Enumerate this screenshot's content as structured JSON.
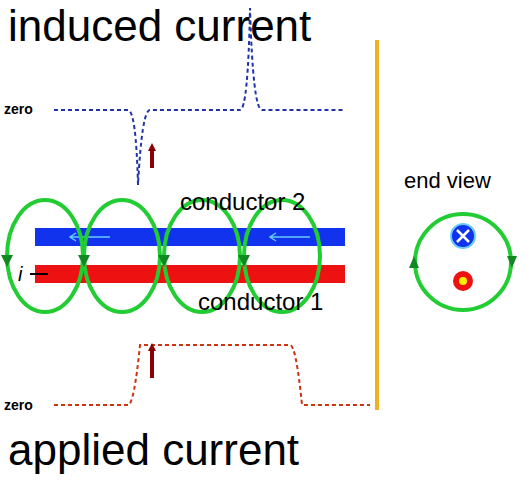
{
  "diagram": {
    "labels": [
      "induced current",
      "zero",
      "conductor 2",
      "i",
      "conductor 1",
      "end view",
      "zero",
      "applied current"
    ]
  }
}
